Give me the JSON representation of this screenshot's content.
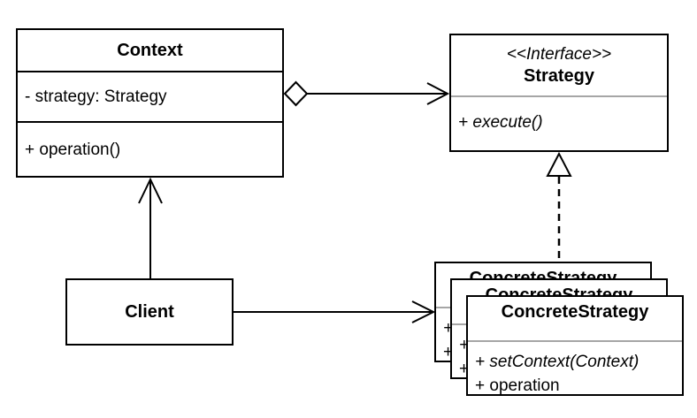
{
  "colors": {
    "line": "#000000",
    "separator": "#a6a6a6",
    "box_fill": "#ffffff",
    "background": "#ffffff",
    "text": "#000000"
  },
  "classes": {
    "context": {
      "name": "Context",
      "attributes": [
        "- strategy: Strategy"
      ],
      "operations": [
        "+ operation()"
      ]
    },
    "strategy": {
      "stereotype": "<<Interface>>",
      "name": "Strategy",
      "operations": [
        "+ execute()"
      ]
    },
    "client": {
      "name": "Client"
    },
    "concrete_strategy": {
      "name": "ConcreteStrategy",
      "operations": [
        "+ setContext(Context)",
        "+ operation"
      ],
      "stack_count": 3
    }
  },
  "relationships": [
    {
      "from": "Context",
      "to": "Strategy",
      "type": "aggregation"
    },
    {
      "from": "Client",
      "to": "Context",
      "type": "association"
    },
    {
      "from": "Client",
      "to": "ConcreteStrategy",
      "type": "association"
    },
    {
      "from": "ConcreteStrategy",
      "to": "Strategy",
      "type": "realization"
    }
  ]
}
